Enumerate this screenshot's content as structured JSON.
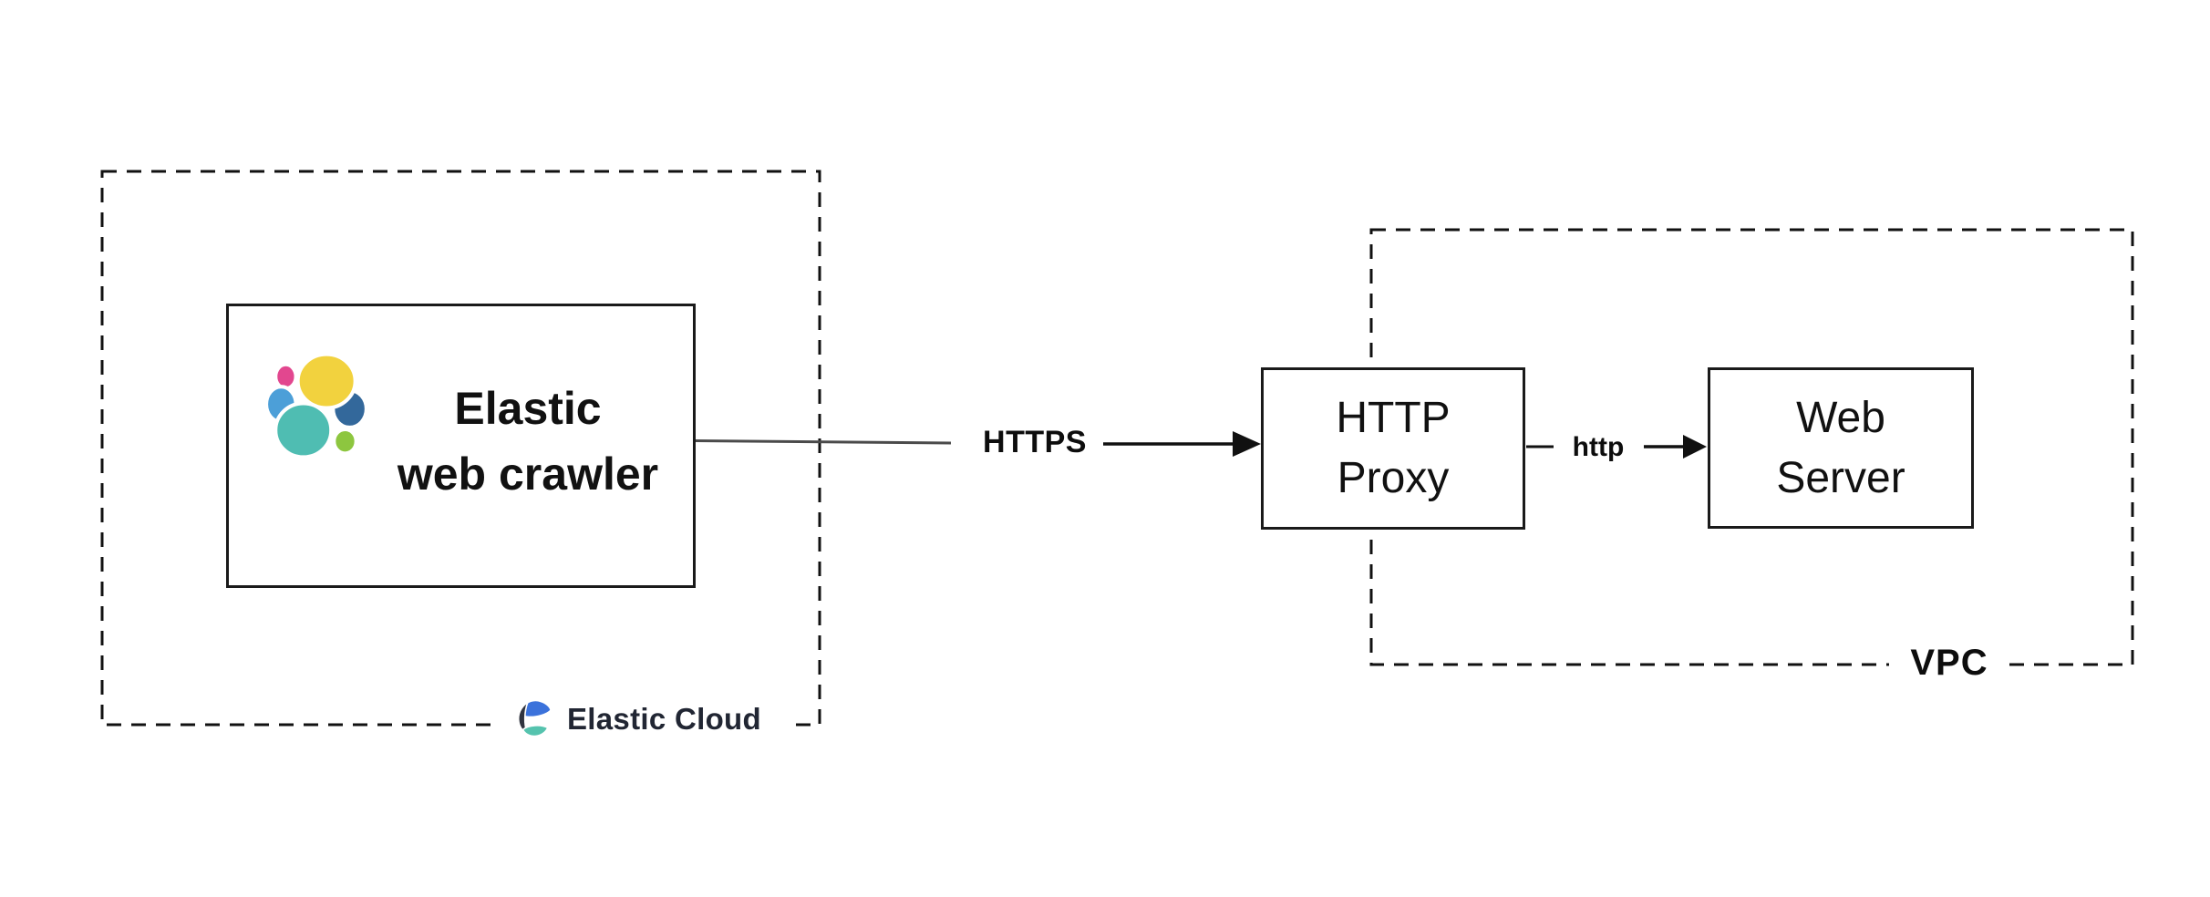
{
  "boundaries": {
    "elastic_cloud": {
      "label": "Elastic Cloud"
    },
    "vpc": {
      "label": "VPC"
    }
  },
  "nodes": {
    "crawler": {
      "line1": "Elastic",
      "line2": "web crawler"
    },
    "http_proxy": {
      "line1": "HTTP",
      "line2": "Proxy"
    },
    "web_server": {
      "line1": "Web",
      "line2": "Server"
    }
  },
  "edges": {
    "crawler_to_proxy": {
      "label": "HTTPS"
    },
    "proxy_to_server": {
      "label": "http"
    }
  },
  "colors": {
    "stroke": "#111111",
    "connector_gray": "#4a4a4a",
    "elastic_logo": {
      "yellow": "#f2d23e",
      "pink": "#e2478f",
      "light_blue": "#4c9fd8",
      "teal": "#4fbdb2",
      "dark_blue": "#33689b",
      "green": "#8dc63f"
    },
    "cloud_logo": {
      "blue": "#3b72db",
      "dark": "#30343f",
      "teal": "#55c3ae"
    },
    "cloud_label_text": "#212633"
  }
}
